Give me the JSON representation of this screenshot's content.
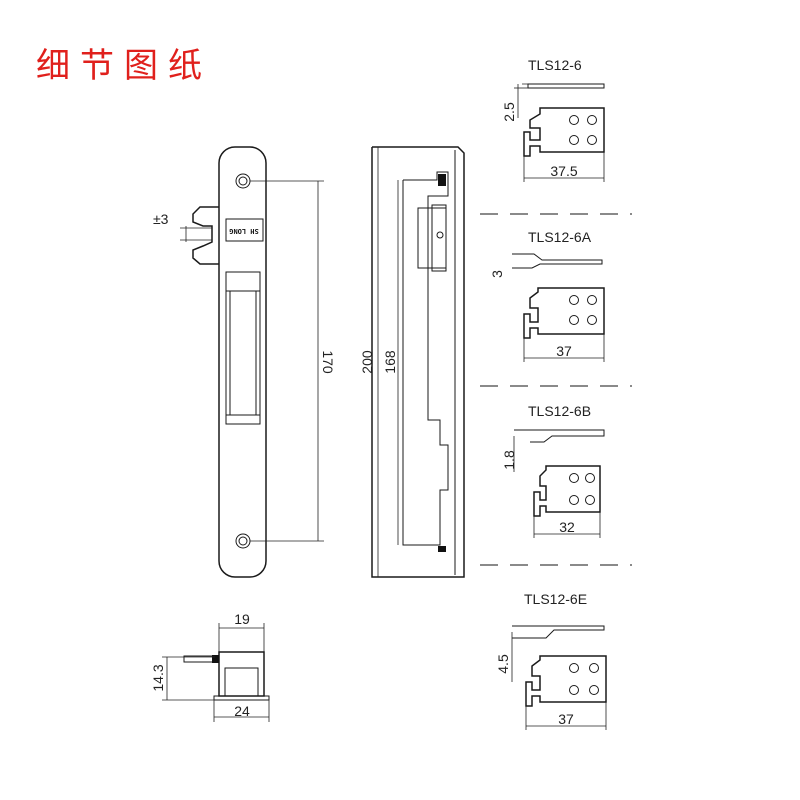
{
  "title": "细节图纸",
  "front_view": {
    "brand_text": "SH LONG",
    "dim_tolerance": "±3",
    "dim_length": "170"
  },
  "side_view": {
    "dim_total": "200",
    "dim_inner": "168"
  },
  "bottom_view": {
    "dim_top_width": "19",
    "dim_height": "14.3",
    "dim_bottom_width": "24"
  },
  "variants": [
    {
      "name": "TLS12-6",
      "thickness": "2.5",
      "width": "37.5"
    },
    {
      "name": "TLS12-6A",
      "thickness": "3",
      "width": "37"
    },
    {
      "name": "TLS12-6B",
      "thickness": "1.8",
      "width": "32"
    },
    {
      "name": "TLS12-6E",
      "thickness": "4.5",
      "width": "37"
    }
  ]
}
